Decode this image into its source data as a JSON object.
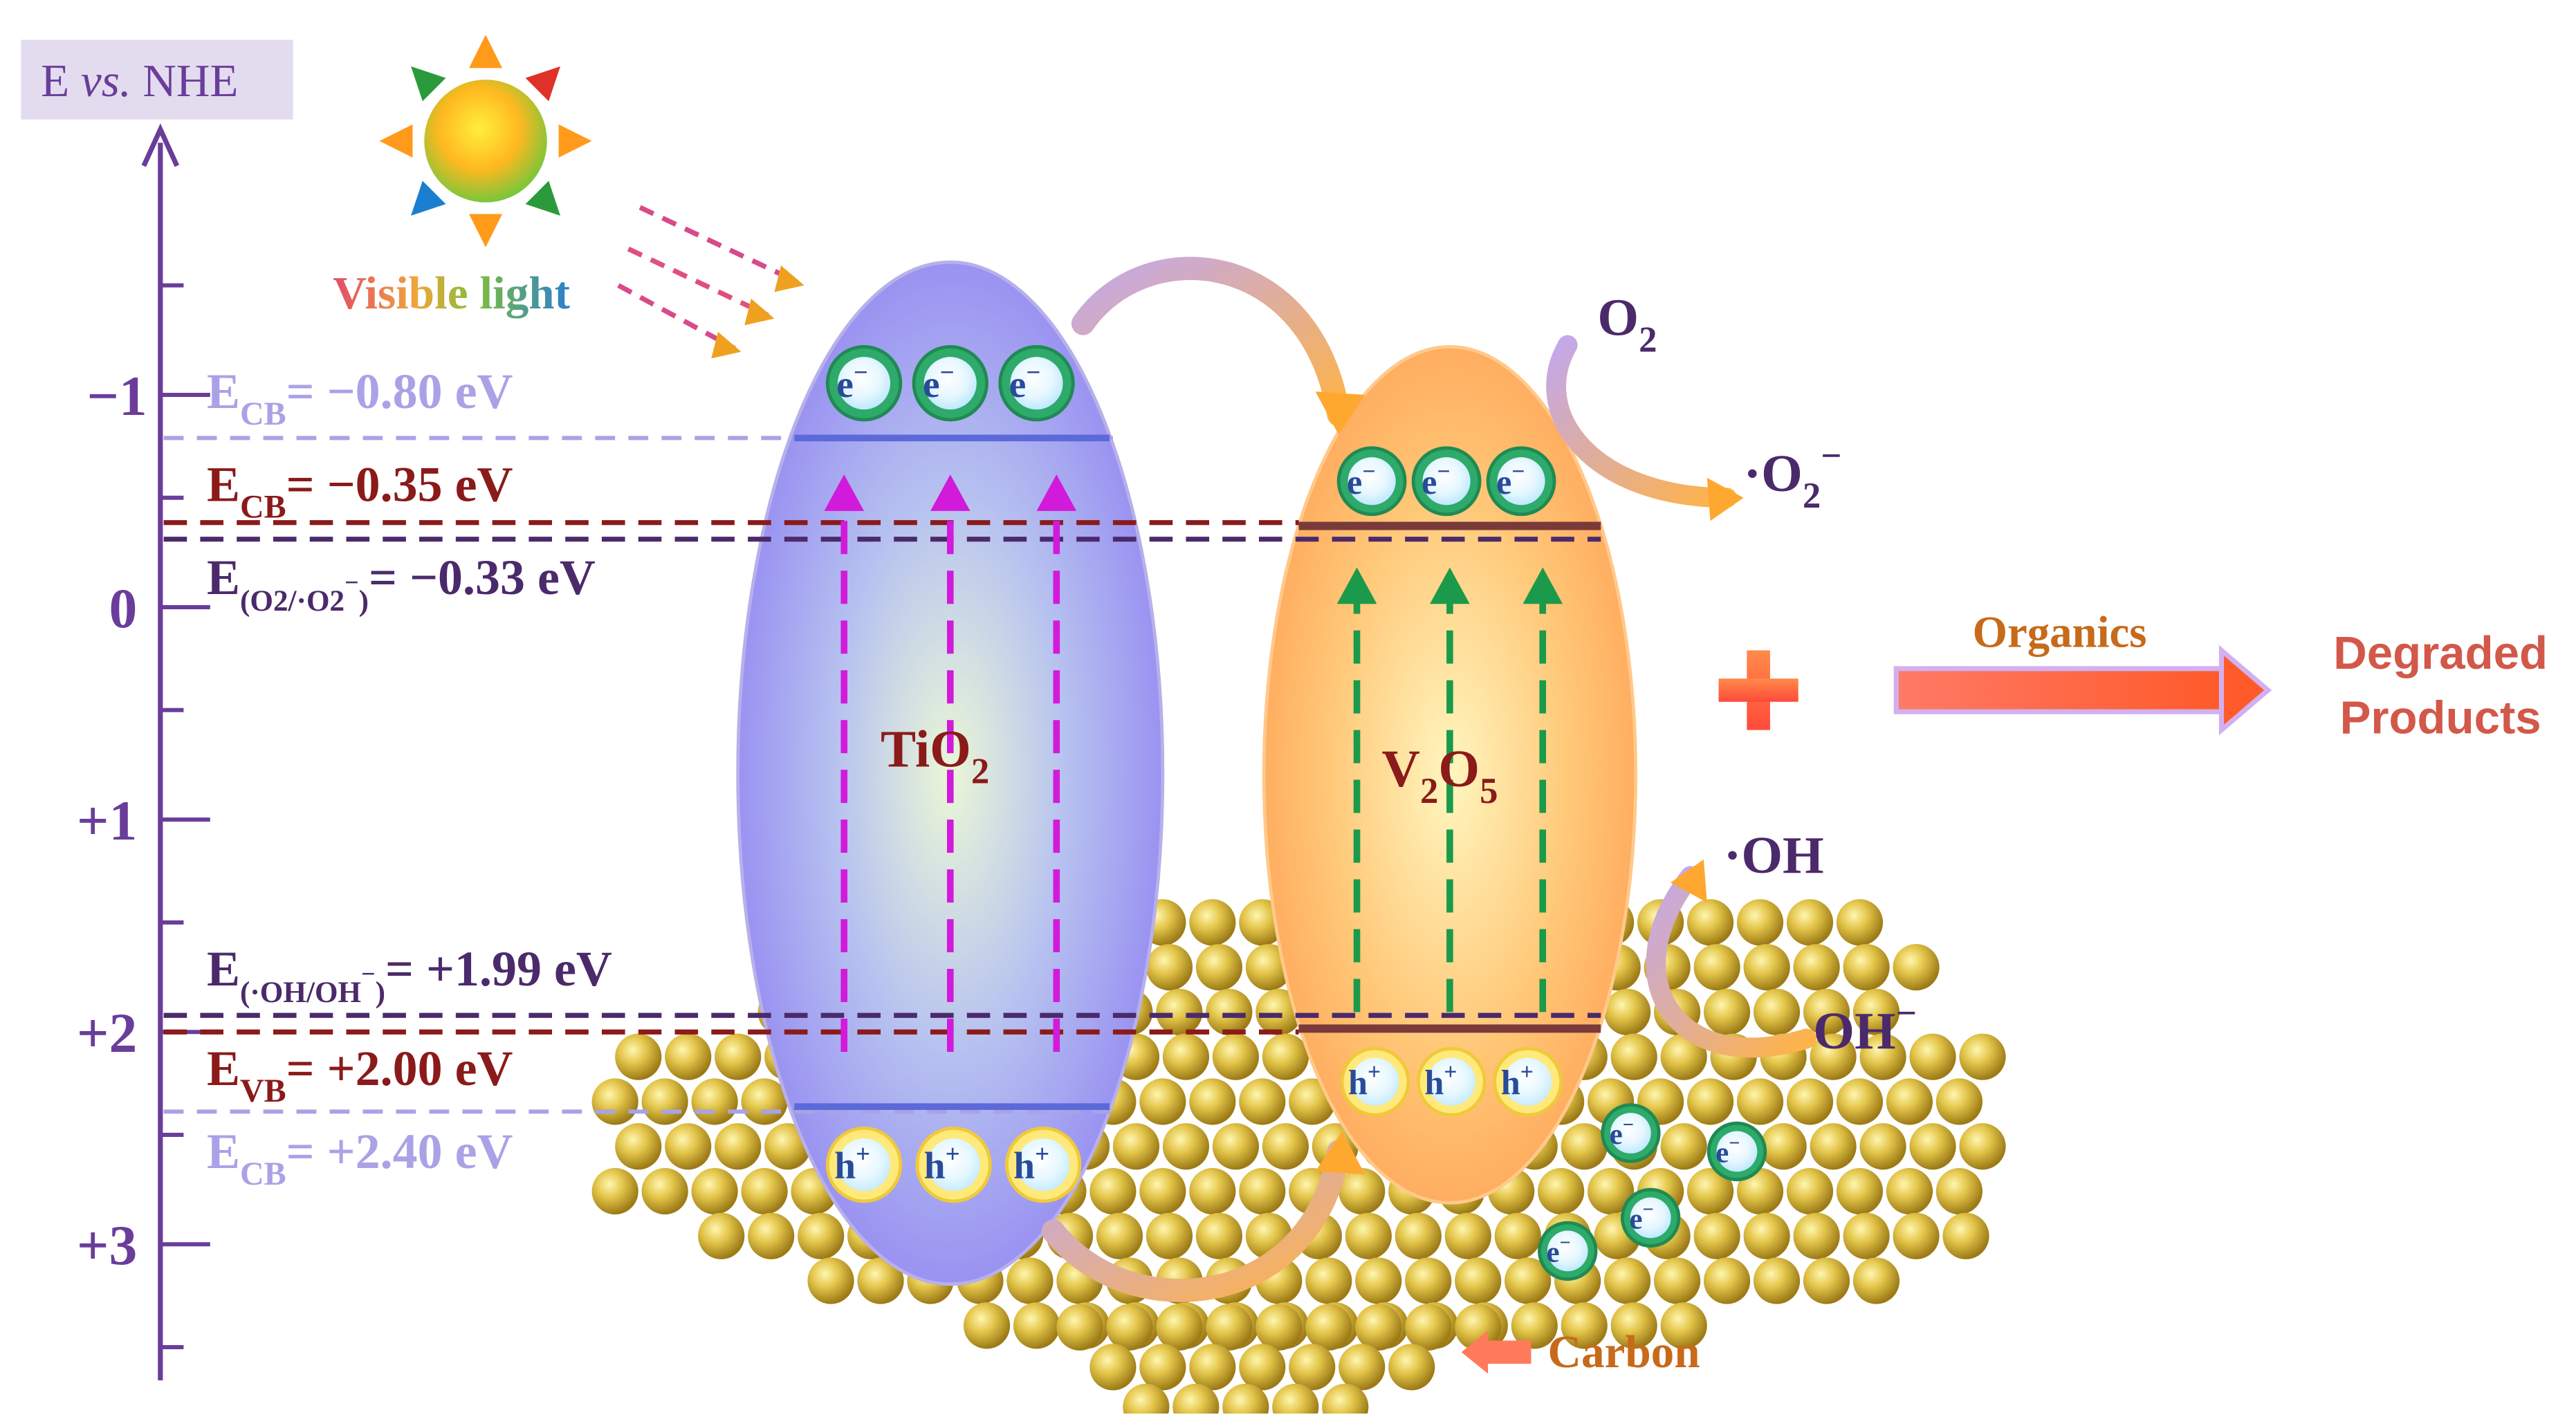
{
  "axis": {
    "title_main": "E ",
    "title_italic": "vs.",
    "title_rest": " NHE",
    "ticks": [
      "−1",
      "0",
      "+1",
      "+2",
      "+3"
    ]
  },
  "light": {
    "label": "Visible light"
  },
  "levels": {
    "tio2_cb": {
      "prefix": "E",
      "sub": "CB",
      "value": "= −0.80 eV"
    },
    "v2o5_cb": {
      "prefix": "E",
      "sub": "CB",
      "value": "= −0.35 eV"
    },
    "o2_redox": {
      "prefix": "E",
      "sub": "(O2/·O2",
      "sup": "−",
      "sub_end": ")",
      "value": "= −0.33 eV"
    },
    "oh_redox": {
      "prefix": "E",
      "sub": "(·OH/OH",
      "sup": "−",
      "sub_end": ")",
      "value": "= +1.99 eV"
    },
    "v2o5_vb": {
      "prefix": "E",
      "sub": "VB",
      "value": "= +2.00 eV"
    },
    "tio2_vb": {
      "prefix": "E",
      "sub": "CB",
      "value": "= +2.40 eV"
    }
  },
  "semiconductors": {
    "tio2": {
      "name": "TiO",
      "sub": "2"
    },
    "v2o5": {
      "name_a": "V",
      "sub_a": "2",
      "name_b": "O",
      "sub_b": "5"
    }
  },
  "carriers": {
    "electron": "e",
    "electron_sup": "−",
    "hole": "h",
    "hole_sup": "+"
  },
  "species": {
    "o2": {
      "name": "O",
      "sub": "2"
    },
    "superoxide": {
      "name": "·O",
      "sub": "2",
      "sup": "−"
    },
    "hydroxyl_radical": "·OH",
    "hydroxide": {
      "name": "OH",
      "sup": "−"
    }
  },
  "reaction": {
    "plus": "+",
    "organics": "Organics",
    "degraded_line1": "Degraded",
    "degraded_line2": "Products"
  },
  "support": {
    "label": "Carbon"
  },
  "colors": {
    "axis": "#6a3d9a",
    "tio2_cb_text": "#a9a2e6",
    "dark_red": "#8b1a1a",
    "dark_purple": "#4b2a6b",
    "magenta": "#d21adb",
    "green": "#1a9a4a",
    "orange_text": "#c76a1a",
    "degraded": "#d2584a",
    "electron_fill": "#2eaa6a",
    "hole_fill": "#ffe97a"
  }
}
